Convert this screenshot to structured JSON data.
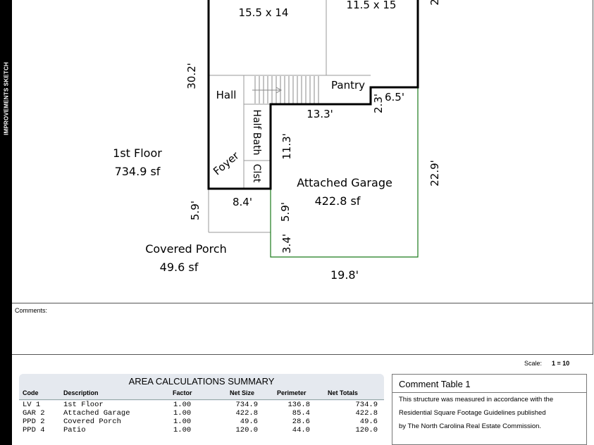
{
  "sidebar": {
    "label": "IMPROVEMENTS SKETCH"
  },
  "sketch": {
    "room_top_left_size": "15.5 x 14",
    "room_top_right_size": "11.5 x 15",
    "edge_label_top_right": "2",
    "dim_30_2": "30.2'",
    "hall": "Hall",
    "pantry": "Pantry",
    "dim_6_5": "6.5'",
    "dim_2_3": "2.3'",
    "dim_13_3": "13.3'",
    "half_bath": "Half Bath",
    "dim_11_3": "11.3'",
    "foyer": "Foyer",
    "clst": "Clst",
    "first_floor_label": "1st Floor",
    "first_floor_area": "734.9 sf",
    "garage_label": "Attached Garage",
    "garage_area": "422.8 sf",
    "dim_22_9": "22.9'",
    "dim_5_9_left": "5.9'",
    "dim_8_4": "8.4'",
    "dim_5_9_right": "5.9'",
    "dim_3_4": "3.4'",
    "porch_label": "Covered Porch",
    "porch_area": "49.6 sf",
    "dim_19_8": "19.8'"
  },
  "comments": {
    "label": "Comments:"
  },
  "scale": {
    "label": "Scale:",
    "value": "1 = 10"
  },
  "area_summary": {
    "title": "AREA  CALCULATIONS  SUMMARY",
    "headers": [
      "Code",
      "Description",
      "Factor",
      "Net Size",
      "Perimeter",
      "Net Totals"
    ],
    "rows": [
      [
        "LV 1",
        "1st Floor",
        "1.00",
        "734.9",
        "136.8",
        "734.9"
      ],
      [
        "GAR 2",
        "Attached Garage",
        "1.00",
        "422.8",
        "85.4",
        "422.8"
      ],
      [
        "PPD 2",
        "Covered Porch",
        "1.00",
        "49.6",
        "28.6",
        "49.6"
      ],
      [
        "PPD 4",
        "Patio",
        "1.00",
        "120.0",
        "44.0",
        "120.0"
      ]
    ]
  },
  "comment_table": {
    "title": "Comment Table 1",
    "lines": [
      "This structure was measured in accordance with the",
      "Residential Square Footage Guidelines published",
      "by The North Carolina Real Estate Commission."
    ]
  },
  "colors": {
    "living_outline": "#000000",
    "garage_outline": "#1a7a1a",
    "panel_bg": "#e5e9ef"
  }
}
